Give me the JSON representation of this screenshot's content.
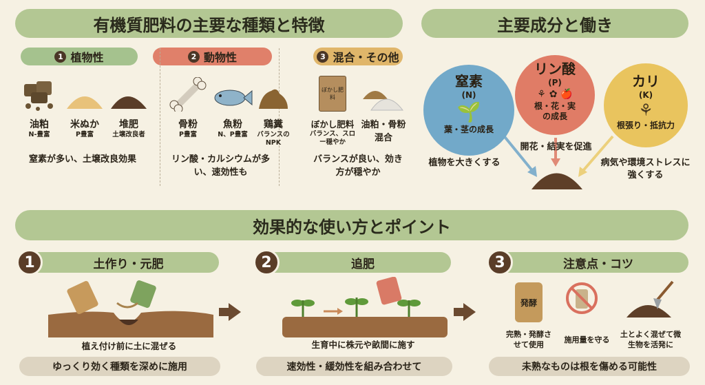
{
  "types_section": {
    "title": "有機質肥料の主要な種類と特徴",
    "categories": [
      {
        "num": "1",
        "label": "植物性",
        "color": "#a5c28e",
        "items": [
          {
            "name": "油粕",
            "sub": "N-豊富"
          },
          {
            "name": "米ぬか",
            "sub": "P豊富"
          },
          {
            "name": "堆肥",
            "sub": "土壌改良者"
          }
        ],
        "desc": "窒素が多い、土壌改良効果"
      },
      {
        "num": "2",
        "label": "動物性",
        "color": "#e0806a",
        "items": [
          {
            "name": "骨粉",
            "sub": "P豊富"
          },
          {
            "name": "魚粉",
            "sub": "N、P豊富"
          },
          {
            "name": "鶏糞",
            "sub": "バランスの NPK"
          }
        ],
        "desc": "リン酸・カルシウムが多い、速効性も"
      },
      {
        "num": "3",
        "label": "混合・その他",
        "color": "#e0b66a",
        "items": [
          {
            "name": "ぼかし肥料",
            "sub": "バランス、スロー穏やか",
            "bag_label": "ぼかし肥料"
          },
          {
            "name": "油粕・骨粉混合",
            "sub": ""
          }
        ],
        "desc": "バランスが良い、効き方が穏やか"
      }
    ]
  },
  "nutrients_section": {
    "title": "主要成分と働き",
    "nutrients": [
      {
        "name": "窒素",
        "symbol": "(N)",
        "function": "葉・茎の成長",
        "effect": "植物を大きくする",
        "color": "#72a9c9"
      },
      {
        "name": "リン酸",
        "symbol": "(P)",
        "function": "根・花・実の成長",
        "effect": "開花・結実を促進",
        "color": "#e07c66"
      },
      {
        "name": "カリ",
        "symbol": "(K)",
        "function": "根張り・抵抗力",
        "effect": "病気や環境ストレスに強くする",
        "color": "#e9c45e"
      }
    ]
  },
  "usage_section": {
    "title": "効果的な使い方とポイント",
    "steps": [
      {
        "num": "1",
        "title": "土作り・元肥",
        "caption": "植え付け前に土に混ぜる",
        "point": "ゆっくり効く種類を深めに施用"
      },
      {
        "num": "2",
        "title": "追肥",
        "caption": "生育中に株元や畝間に施す",
        "point": "速効性・緩効性を組み合わせて"
      },
      {
        "num": "3",
        "title": "注意点・コツ",
        "tips": [
          "完熟・発酵させて使用",
          "施用量を守る",
          "土とよく混ぜて微生物を活発に"
        ],
        "jar_label": "発酵",
        "point": "未熟なものは根を傷める可能性"
      }
    ]
  }
}
